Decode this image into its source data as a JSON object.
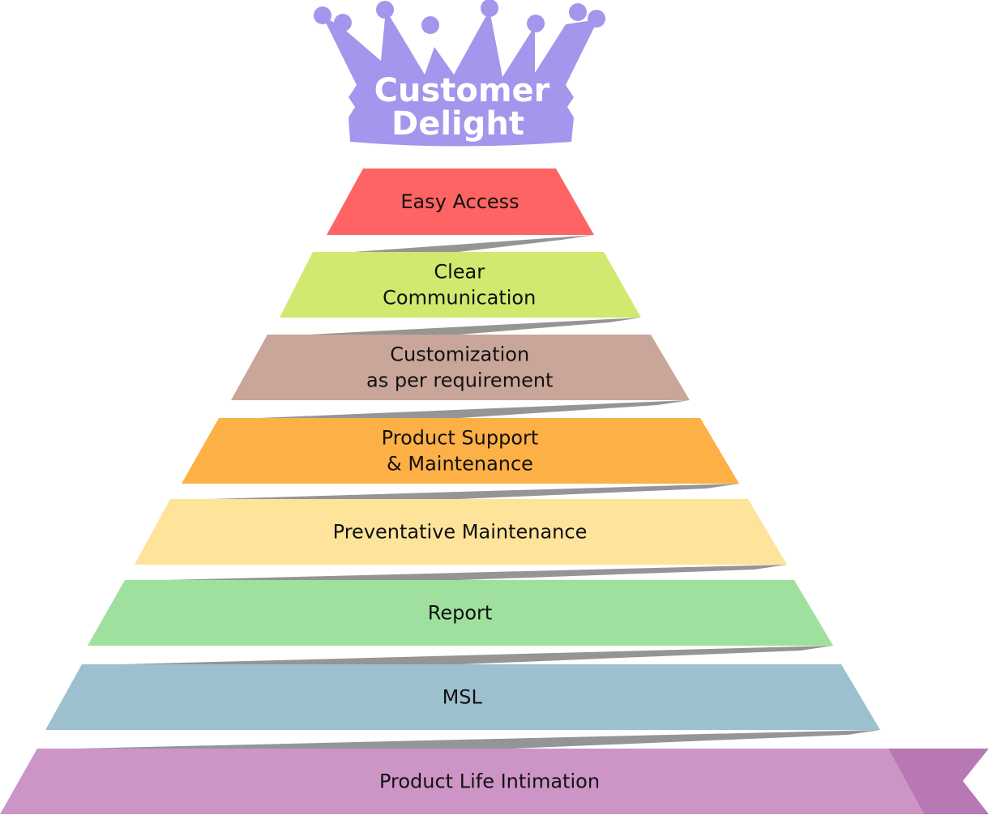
{
  "title": {
    "line1": "Customer",
    "line2": "Delight"
  },
  "crown_icon": "crown-icon",
  "colors": {
    "crown": "#a396ec",
    "connector": "#959595",
    "ribbon_tail": "#b877b5"
  },
  "levels": [
    {
      "lines": [
        "Easy Access"
      ],
      "color": "#ff6464"
    },
    {
      "lines": [
        "Clear",
        "Communication"
      ],
      "color": "#d0e96e"
    },
    {
      "lines": [
        "Customization",
        "as per requirement"
      ],
      "color": "#c9a699"
    },
    {
      "lines": [
        "Product Support",
        "& Maintenance"
      ],
      "color": "#fdb046"
    },
    {
      "lines": [
        "Preventative Maintenance"
      ],
      "color": "#fde49a"
    },
    {
      "lines": [
        "Report"
      ],
      "color": "#9fe09f"
    },
    {
      "lines": [
        "MSL"
      ],
      "color": "#9dc0cf"
    },
    {
      "lines": [
        "Product Life Intimation"
      ],
      "color": "#cd95c6"
    }
  ]
}
